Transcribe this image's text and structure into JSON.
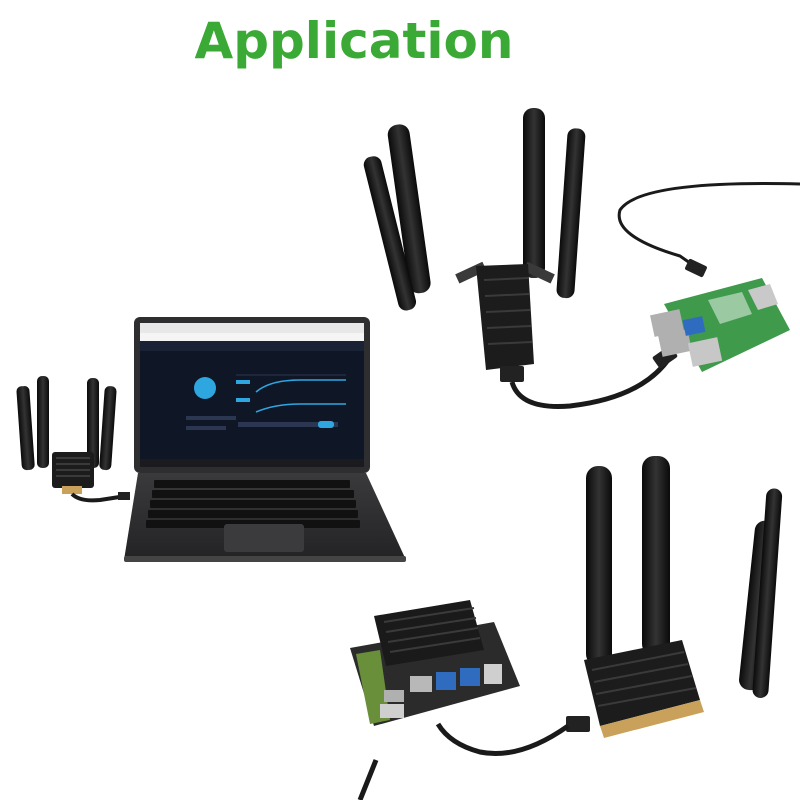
{
  "page": {
    "title": "Application",
    "title_color": "#3aa935"
  },
  "scenes": [
    {
      "name": "laptop-with-modem",
      "device": "laptop",
      "antenna_count": 4
    },
    {
      "name": "raspberry-pi-with-modem",
      "device": "raspberry-pi-4",
      "antenna_count": 4
    },
    {
      "name": "jetson-nano-with-modem",
      "device": "jetson-nano",
      "antenna_count": 4
    }
  ],
  "colors": {
    "antenna": "#141414",
    "heatsink": "#1c1c1c",
    "cable": "#1a1a1a",
    "pcb_green": "#3f9a4c",
    "jetson_board": "#2b2b2b",
    "laptop_body": "#2e2e30",
    "screen_bg": "#111827"
  }
}
